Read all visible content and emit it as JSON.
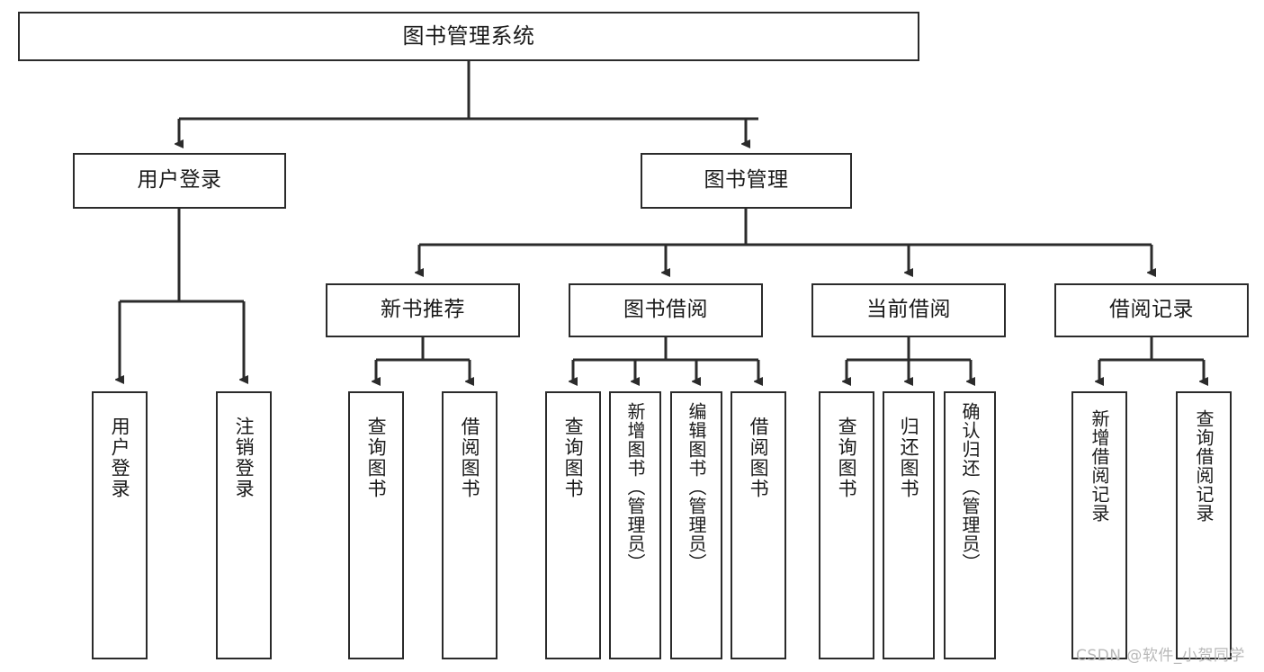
{
  "diagram": {
    "title": "图书管理系统",
    "type": "hierarchy-tree",
    "root": {
      "label": "图书管理系统"
    },
    "level2": [
      {
        "label": "用户登录"
      },
      {
        "label": "图书管理"
      }
    ],
    "level3": [
      {
        "label": "新书推荐"
      },
      {
        "label": "图书借阅"
      },
      {
        "label": "当前借阅"
      },
      {
        "label": "借阅记录"
      }
    ],
    "leaves": {
      "user_login": [
        {
          "label": "用户登录"
        },
        {
          "label": "注销登录"
        }
      ],
      "new_book_recommend": [
        {
          "label": "查询图书"
        },
        {
          "label": "借阅图书"
        }
      ],
      "book_borrow": [
        {
          "label": "查询图书"
        },
        {
          "label": "新增图书（管理员）"
        },
        {
          "label": "编辑图书（管理员）"
        },
        {
          "label": "借阅图书"
        }
      ],
      "current_borrow": [
        {
          "label": "查询图书"
        },
        {
          "label": "归还图书"
        },
        {
          "label": "确认归还（管理员）"
        }
      ],
      "borrow_record": [
        {
          "label": "新增借阅记录"
        },
        {
          "label": "查询借阅记录"
        }
      ]
    }
  },
  "watermark": {
    "text": "CSDN @软件_小贺同学"
  },
  "colors": {
    "stroke": "#2b2b2b",
    "box_fill": "#ffffff",
    "text": "#1a1a1a",
    "watermark": "#b8b8b8"
  }
}
